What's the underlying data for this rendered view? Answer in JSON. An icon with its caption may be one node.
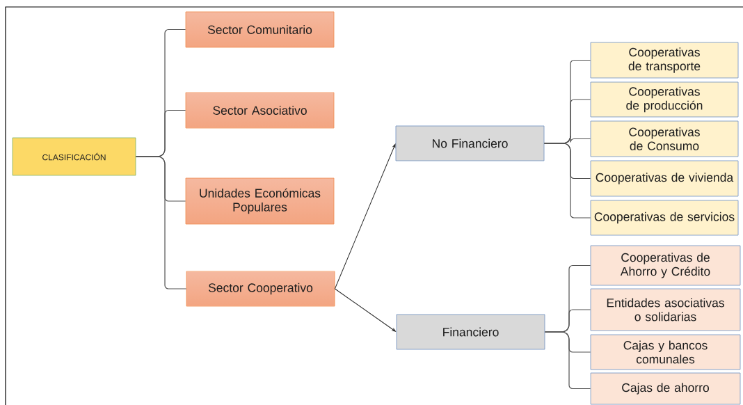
{
  "diagram": {
    "nodes": [
      {
        "text": [
          "CLASIFICACIÓN"
        ]
      },
      {
        "text": [
          "Sector Comunitario"
        ]
      },
      {
        "text": [
          "Sector Asociativo"
        ]
      },
      {
        "text": [
          "Unidades Económicas Populares"
        ]
      },
      {
        "text": [
          "Sector Cooperativo"
        ]
      },
      {
        "text": [
          "No Financiero"
        ]
      },
      {
        "text": [
          "Financiero"
        ]
      },
      {
        "text": [
          "Cooperativas de transporte"
        ]
      },
      {
        "text": [
          "Cooperativas de producción"
        ]
      },
      {
        "text": [
          "Cooperativas de Consumo"
        ]
      },
      {
        "text": [
          "Cooperativas de vivienda"
        ]
      },
      {
        "text": [
          "Cooperativas de servicios"
        ]
      },
      {
        "text": [
          "Cooperativas de Ahorro y Crédito"
        ]
      },
      {
        "text": [
          "Entidades asociativas o solidarias"
        ]
      },
      {
        "text": [
          "Cajas y bancos comunales"
        ]
      },
      {
        "text": [
          "Cajas de ahorro"
        ]
      }
    ],
    "edges": [
      {
        "from": 0,
        "to": 1,
        "arrow": "none"
      },
      {
        "from": 0,
        "to": 2,
        "arrow": "none"
      },
      {
        "from": 0,
        "to": 3,
        "arrow": "none"
      },
      {
        "from": 0,
        "to": 4,
        "arrow": "none"
      },
      {
        "from": 4,
        "to": 5,
        "arrow": "to"
      },
      {
        "from": 4,
        "to": 6,
        "arrow": "to"
      },
      {
        "from": 5,
        "to": 7,
        "arrow": "none"
      },
      {
        "from": 5,
        "to": 8,
        "arrow": "none"
      },
      {
        "from": 5,
        "to": 9,
        "arrow": "none"
      },
      {
        "from": 5,
        "to": 10,
        "arrow": "none"
      },
      {
        "from": 5,
        "to": 11,
        "arrow": "none"
      },
      {
        "from": 6,
        "to": 12,
        "arrow": "none"
      },
      {
        "from": 6,
        "to": 13,
        "arrow": "none"
      },
      {
        "from": 6,
        "to": 14,
        "arrow": "none"
      },
      {
        "from": 6,
        "to": 15,
        "arrow": "none"
      }
    ]
  }
}
